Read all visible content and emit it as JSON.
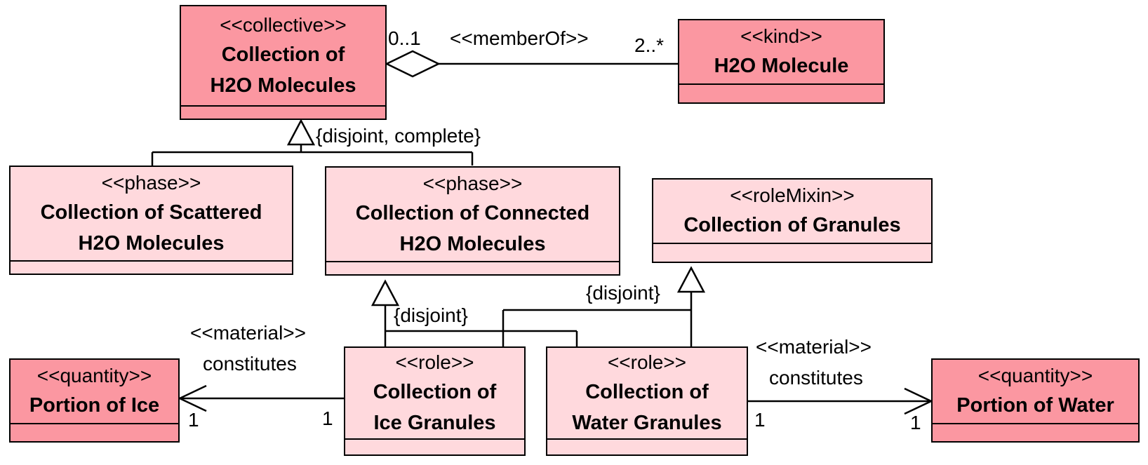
{
  "classes": {
    "collection_h2o": {
      "stereotype": "<<collective>>",
      "name_line1": "Collection of",
      "name_line2": "H2O Molecules"
    },
    "h2o_molecule": {
      "stereotype": "<<kind>>",
      "name_line1": "H2O Molecule"
    },
    "scattered": {
      "stereotype": "<<phase>>",
      "name_line1": "Collection of Scattered",
      "name_line2": "H2O Molecules"
    },
    "connected": {
      "stereotype": "<<phase>>",
      "name_line1": "Collection of Connected",
      "name_line2": "H2O Molecules"
    },
    "granules": {
      "stereotype": "<<roleMixin>>",
      "name_line1": "Collection of Granules"
    },
    "ice_granules": {
      "stereotype": "<<role>>",
      "name_line1": "Collection of",
      "name_line2": "Ice Granules"
    },
    "water_granules": {
      "stereotype": "<<role>>",
      "name_line1": "Collection of",
      "name_line2": "Water Granules"
    },
    "portion_ice": {
      "stereotype": "<<quantity>>",
      "name_line1": "Portion of Ice"
    },
    "portion_water": {
      "stereotype": "<<quantity>>",
      "name_line1": "Portion of Water"
    }
  },
  "relations": {
    "member_of": {
      "stereotype": "<<memberOf>>",
      "mult_whole": "0..1",
      "mult_part": "2..*"
    },
    "gs_top": "{disjoint, complete}",
    "gs_connected": "{disjoint}",
    "gs_granules": "{disjoint}",
    "ice_constitutes": {
      "stereotype": "<<material>>",
      "name": "constitutes",
      "mult_source": "1",
      "mult_target": "1"
    },
    "water_constitutes": {
      "stereotype": "<<material>>",
      "name": "constitutes",
      "mult_source": "1",
      "mult_target": "1"
    }
  },
  "colors": {
    "kind_fill": "#fb97a1",
    "role_fill": "#ffd9dd",
    "line": "#000000"
  }
}
